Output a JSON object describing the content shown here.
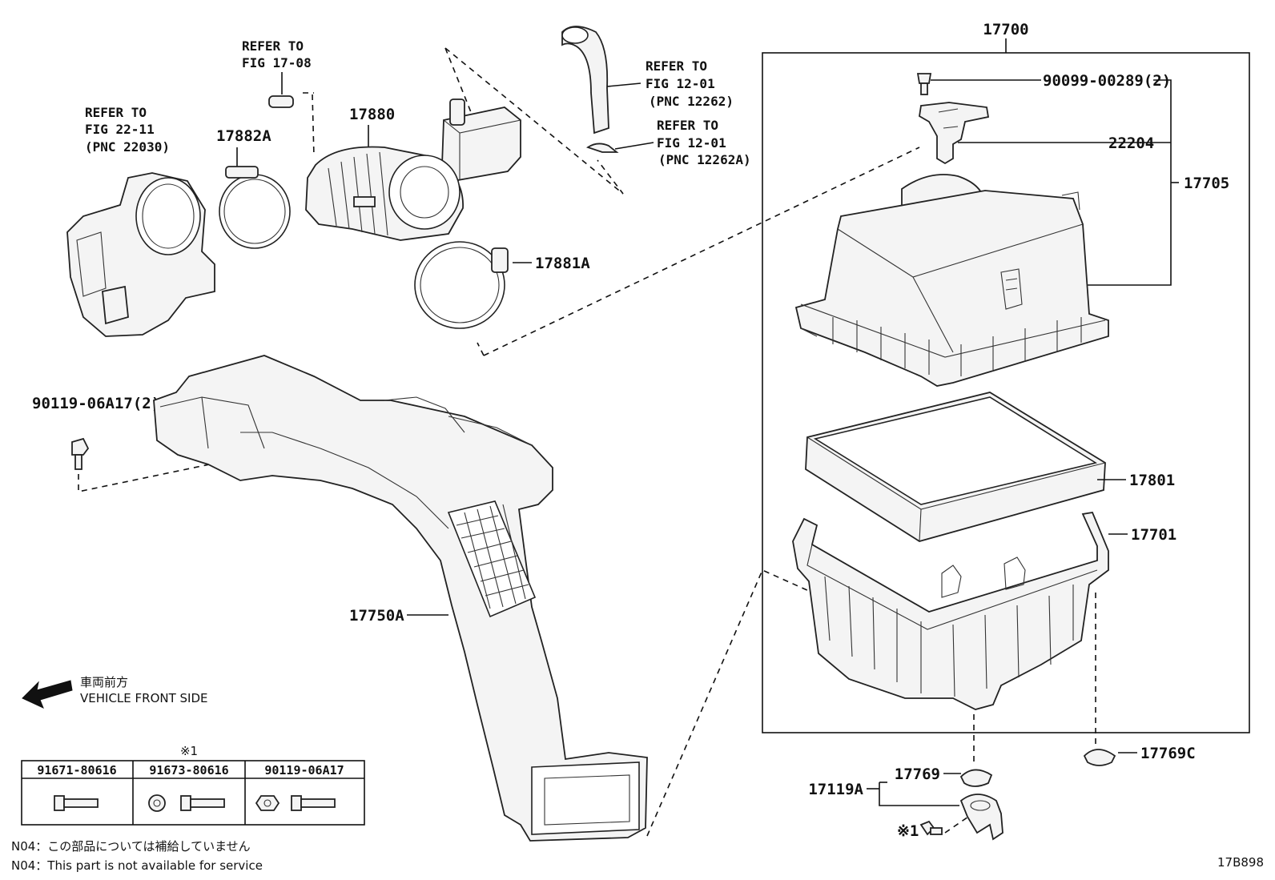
{
  "parts": {
    "p17700": "17700",
    "p90099": "90099-00289(2)",
    "p22204": "22204",
    "p17705": "17705",
    "p17801": "17801",
    "p17701": "17701",
    "p17769C": "17769C",
    "p17769": "17769",
    "p17119A": "17119A",
    "p17880": "17880",
    "p17882A": "17882A",
    "p17881A": "17881A",
    "p17750A": "17750A",
    "p90119": "90119-06A17(2)",
    "mark1": "※1"
  },
  "refs": {
    "r1708_a": "REFER TO",
    "r1708_b": "FIG 17-08",
    "r2211_a": "REFER TO",
    "r2211_b": "FIG 22-11",
    "r2211_c": "(PNC 22030)",
    "r1201_a": "REFER TO",
    "r1201_b": "FIG 12-01",
    "r1201_c": "(PNC 12262)",
    "r1201A_a": "REFER TO",
    "r1201A_b": "FIG 12-01",
    "r1201A_c": "(PNC 12262A)"
  },
  "direction": {
    "jp": "車両前方",
    "en": "VEHICLE FRONT SIDE"
  },
  "table": {
    "mark": "※1",
    "headers": [
      "91671-80616",
      "91673-80616",
      "90119-06A17"
    ]
  },
  "notes": {
    "jp": "N04：この部品については補給していません",
    "en": "N04：This part is not available for service"
  },
  "figure_id": "17B898"
}
